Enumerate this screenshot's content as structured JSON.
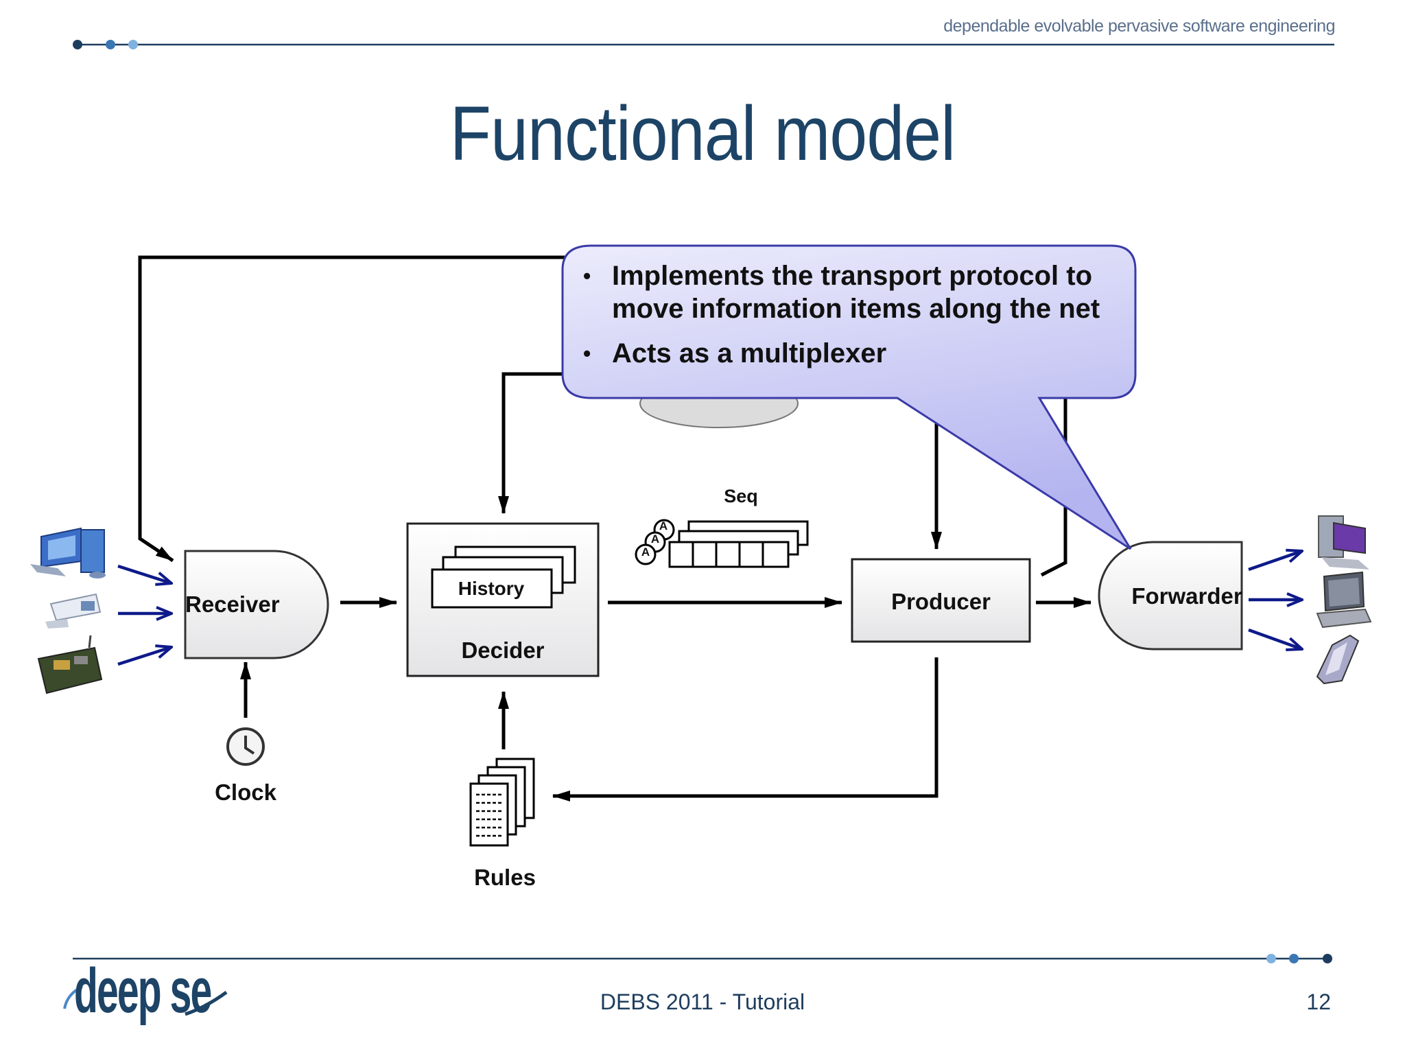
{
  "header": {
    "tagline": "dependable evolvable pervasive software engineering"
  },
  "title": "Functional model",
  "diagram": {
    "nodes": {
      "receiver": "Receiver",
      "decider": "Decider",
      "history": "History",
      "producer": "Producer",
      "forwarder": "Forwarder",
      "clock": "Clock",
      "rules": "Rules",
      "seq": "Seq"
    },
    "seq_items": [
      "A",
      "A",
      "A"
    ]
  },
  "callout": {
    "bullets": [
      "Implements the transport protocol to move information items along the net",
      "Acts as a multiplexer"
    ]
  },
  "footer": {
    "event": "DEBS 2011 - Tutorial",
    "page_number": "12",
    "logo_text": "deep se"
  },
  "colors": {
    "title": "#1d4466",
    "input_arrows": "#0e1a8a",
    "callout_fill": "#d6d6f8",
    "callout_border": "#3a3aa8"
  }
}
